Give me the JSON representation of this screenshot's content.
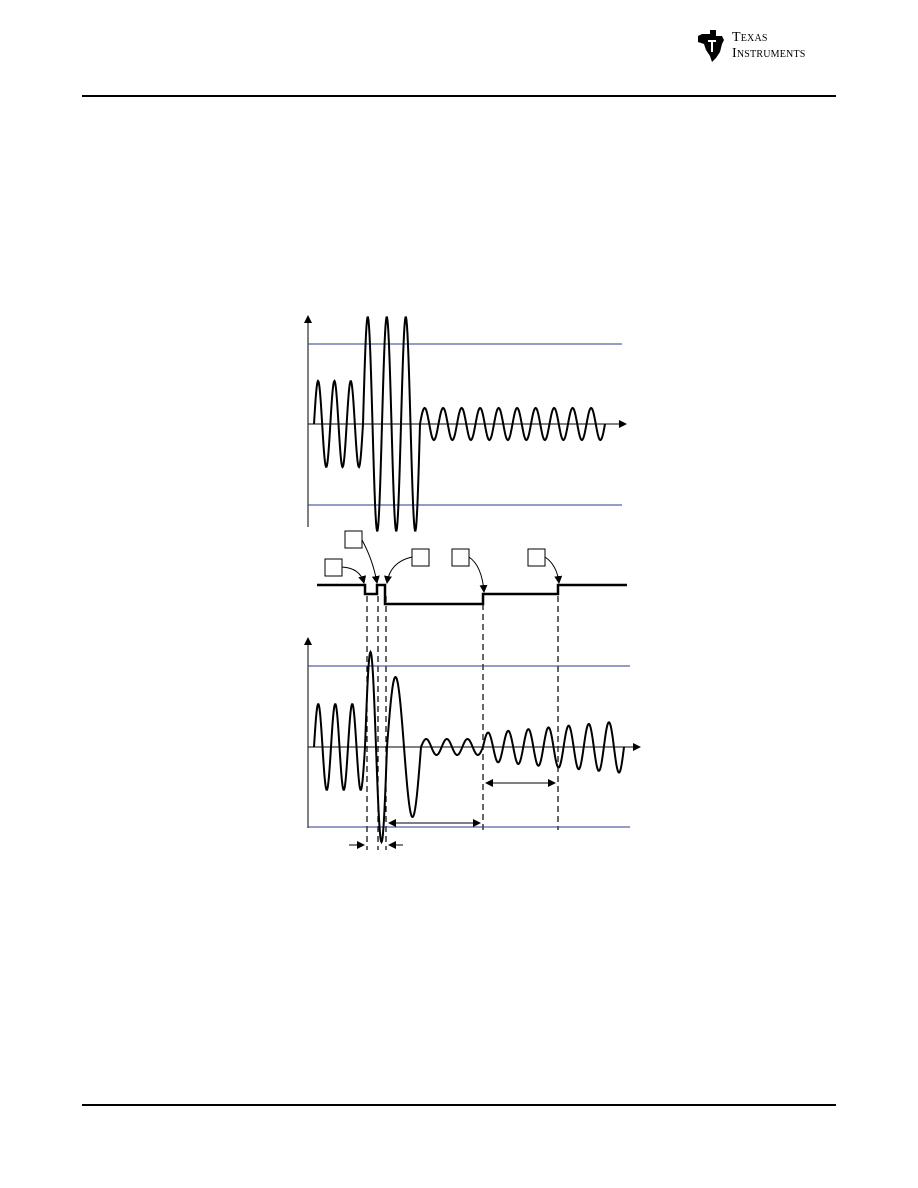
{
  "header": {
    "logo_line1": "Texas",
    "logo_line2": "Instruments",
    "logo_icon": "ti-texas-logo-icon"
  },
  "colors": {
    "reference_line": "#2b3a8c",
    "ink": "#000000",
    "background": "#ffffff"
  },
  "diagram": {
    "top_waveform": {
      "small_cycles_before": 3,
      "large_cycles": 3,
      "small_cycles_after": 10,
      "threshold_lines": 2
    },
    "digital_signal": {
      "callout_boxes": 5
    },
    "bottom_waveform": {
      "small_cycles_before": 3,
      "large_cycles": 2,
      "small_cycles_mid": 3,
      "growing_cycles": 7,
      "threshold_lines": 2
    }
  }
}
